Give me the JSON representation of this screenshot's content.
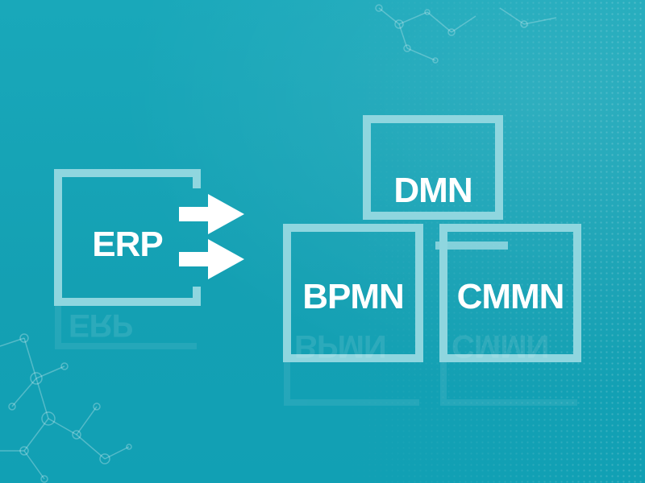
{
  "labels": {
    "erp": "ERP",
    "dmn": "DMN",
    "bpmn": "BPMN",
    "cmmn": "CMMN"
  },
  "icons": [
    "arrow-right-icon",
    "arrow-right-icon"
  ],
  "colors": {
    "background": "#16a3b5",
    "box_stroke": "#8fd6df",
    "text": "#ffffff"
  }
}
